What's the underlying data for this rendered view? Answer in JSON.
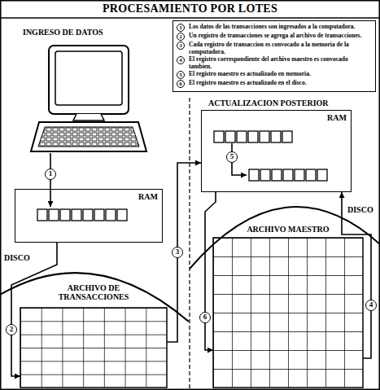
{
  "diagram": {
    "title": "PROCESAMIENTO POR LOTES",
    "nodes": [
      {
        "text": [
          "1",
          "Los datos de las transacciones son ingresados a la computadora.",
          "2",
          "Un registro de transacciones se agrega al archivo de transacciones.",
          "3",
          "Cada registro de transaccion es convocado a la memoria de la computadora.",
          "4",
          "El registro correspondiente del archivo maestro es convocado tambien.",
          "5",
          "El registro maestro es actualizado en memoria.",
          "6",
          "El registro maestro es actualizado en el disco."
        ]
      },
      {
        "text": [
          "RAM"
        ]
      },
      {
        "text": [
          "ARCHIVO DE TRANSACCIONES"
        ]
      },
      {
        "text": [
          "RAM"
        ]
      },
      {
        "text": [
          "ARCHIVO MAESTRO"
        ]
      }
    ],
    "edges": [
      {
        "from": 1,
        "to": 2,
        "arrow": "to",
        "label": "2"
      },
      {
        "from": 2,
        "to": 3,
        "arrow": "to",
        "label": "3"
      },
      {
        "from": 4,
        "to": 3,
        "arrow": "to",
        "label": "4"
      },
      {
        "from": 3,
        "to": 4,
        "arrow": "to",
        "label": "6"
      }
    ],
    "labels": [
      "INGRESO DE DATOS",
      "ACTUALIZACION POSTERIOR",
      "DISCO",
      "DISCO",
      "1",
      "5"
    ]
  }
}
